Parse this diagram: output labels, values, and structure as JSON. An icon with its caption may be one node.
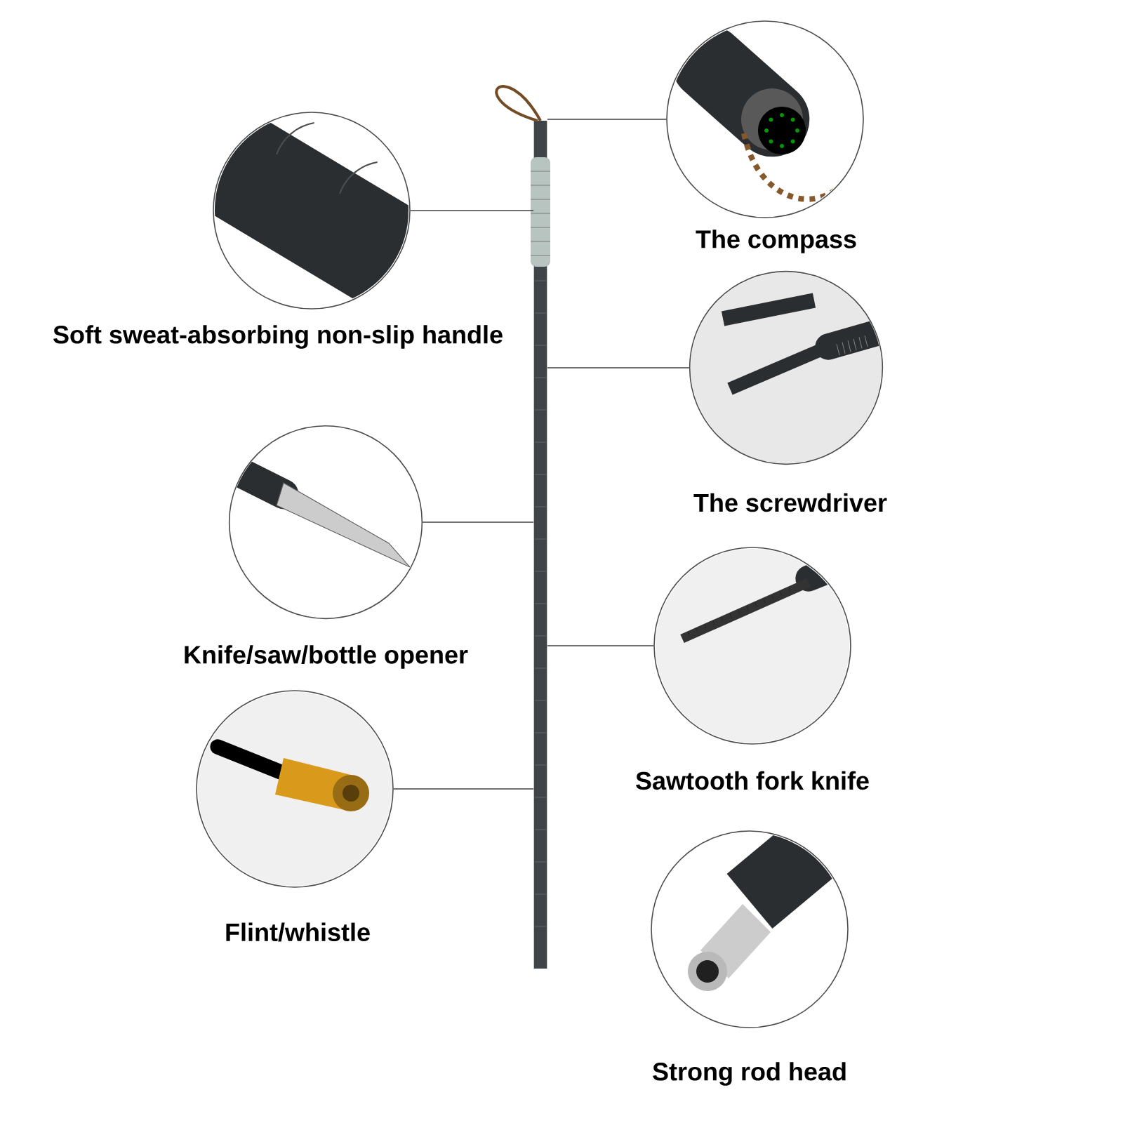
{
  "diagram": {
    "nodes": [
      {
        "text": [],
        "shape": "picture"
      },
      {
        "text": [
          "The compass"
        ]
      },
      {
        "text": [
          "Soft sweat-absorbing non-slip handle"
        ]
      },
      {
        "text": [
          "The screwdriver"
        ]
      },
      {
        "text": [
          "Knife/saw/bottle opener"
        ]
      },
      {
        "text": [
          "Sawtooth fork knife"
        ]
      },
      {
        "text": [
          "Flint/whistle"
        ]
      },
      {
        "text": [
          "Strong rod head"
        ]
      }
    ],
    "edges": [
      {
        "from": 1,
        "to": 0,
        "arrow": "none"
      },
      {
        "from": 2,
        "to": 0,
        "arrow": "none"
      },
      {
        "from": 3,
        "to": 0,
        "arrow": "none"
      },
      {
        "from": 4,
        "to": 0,
        "arrow": "none"
      },
      {
        "from": 5,
        "to": 0,
        "arrow": "none"
      },
      {
        "from": 6,
        "to": 0,
        "arrow": "none"
      }
    ]
  }
}
